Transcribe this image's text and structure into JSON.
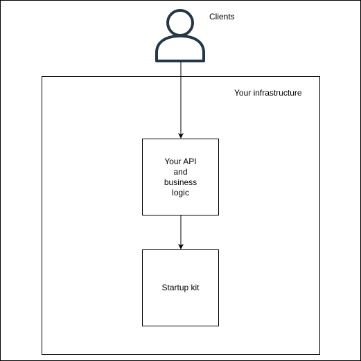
{
  "diagram": {
    "clients_label": "Clients",
    "infrastructure_label": "Your infrastructure",
    "api_node_label": "Your API and business logic",
    "startup_node_label": "Startup kit",
    "actor_icon": "person-icon",
    "edges": [
      {
        "from": "Clients",
        "to": "Your API and business logic"
      },
      {
        "from": "Your API and business logic",
        "to": "Startup kit"
      }
    ]
  }
}
